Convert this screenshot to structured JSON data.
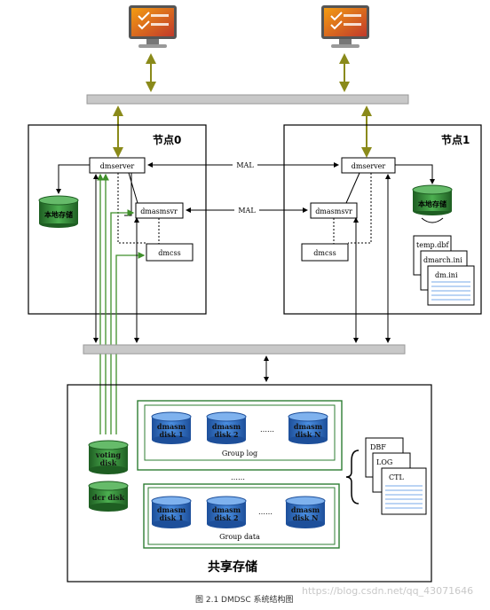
{
  "node0": {
    "title": "节点0",
    "server": "dmserver",
    "asm": "dmasmsvr",
    "css": "dmcss",
    "local_storage": "本地存储"
  },
  "node1": {
    "title": "节点1",
    "server": "dmserver",
    "asm": "dmasmsvr",
    "css": "dmcss",
    "local_storage": "本地存储",
    "files": [
      "temp.dbf",
      "dmarch.ini",
      "dm.ini"
    ]
  },
  "mal_labels": [
    "MAL",
    "MAL"
  ],
  "shared": {
    "title": "共享存储",
    "voting_disk": "voting disk",
    "dcr_disk": "dcr disk",
    "group_log": {
      "label": "Group log",
      "disks": [
        "dmasm disk 1",
        "dmasm disk 2",
        "dmasm disk N"
      ]
    },
    "group_data": {
      "label": "Group data",
      "disks": [
        "dmasm disk 1",
        "dmasm disk 2",
        "dmasm disk N"
      ]
    },
    "ellipsis": "……",
    "db_files": [
      "DBF",
      "LOG",
      "CTL"
    ]
  },
  "caption": "图 2.1  DMDSC 系统结构图",
  "watermark": "https://blog.csdn.net/qq_43071646",
  "colors": {
    "green_line": "#3f8f2a",
    "olive_line": "#8a8a1a",
    "bar": "#c8c8c8",
    "disk_blue": "#2f6fc4",
    "local_green": "#2e7d32"
  }
}
